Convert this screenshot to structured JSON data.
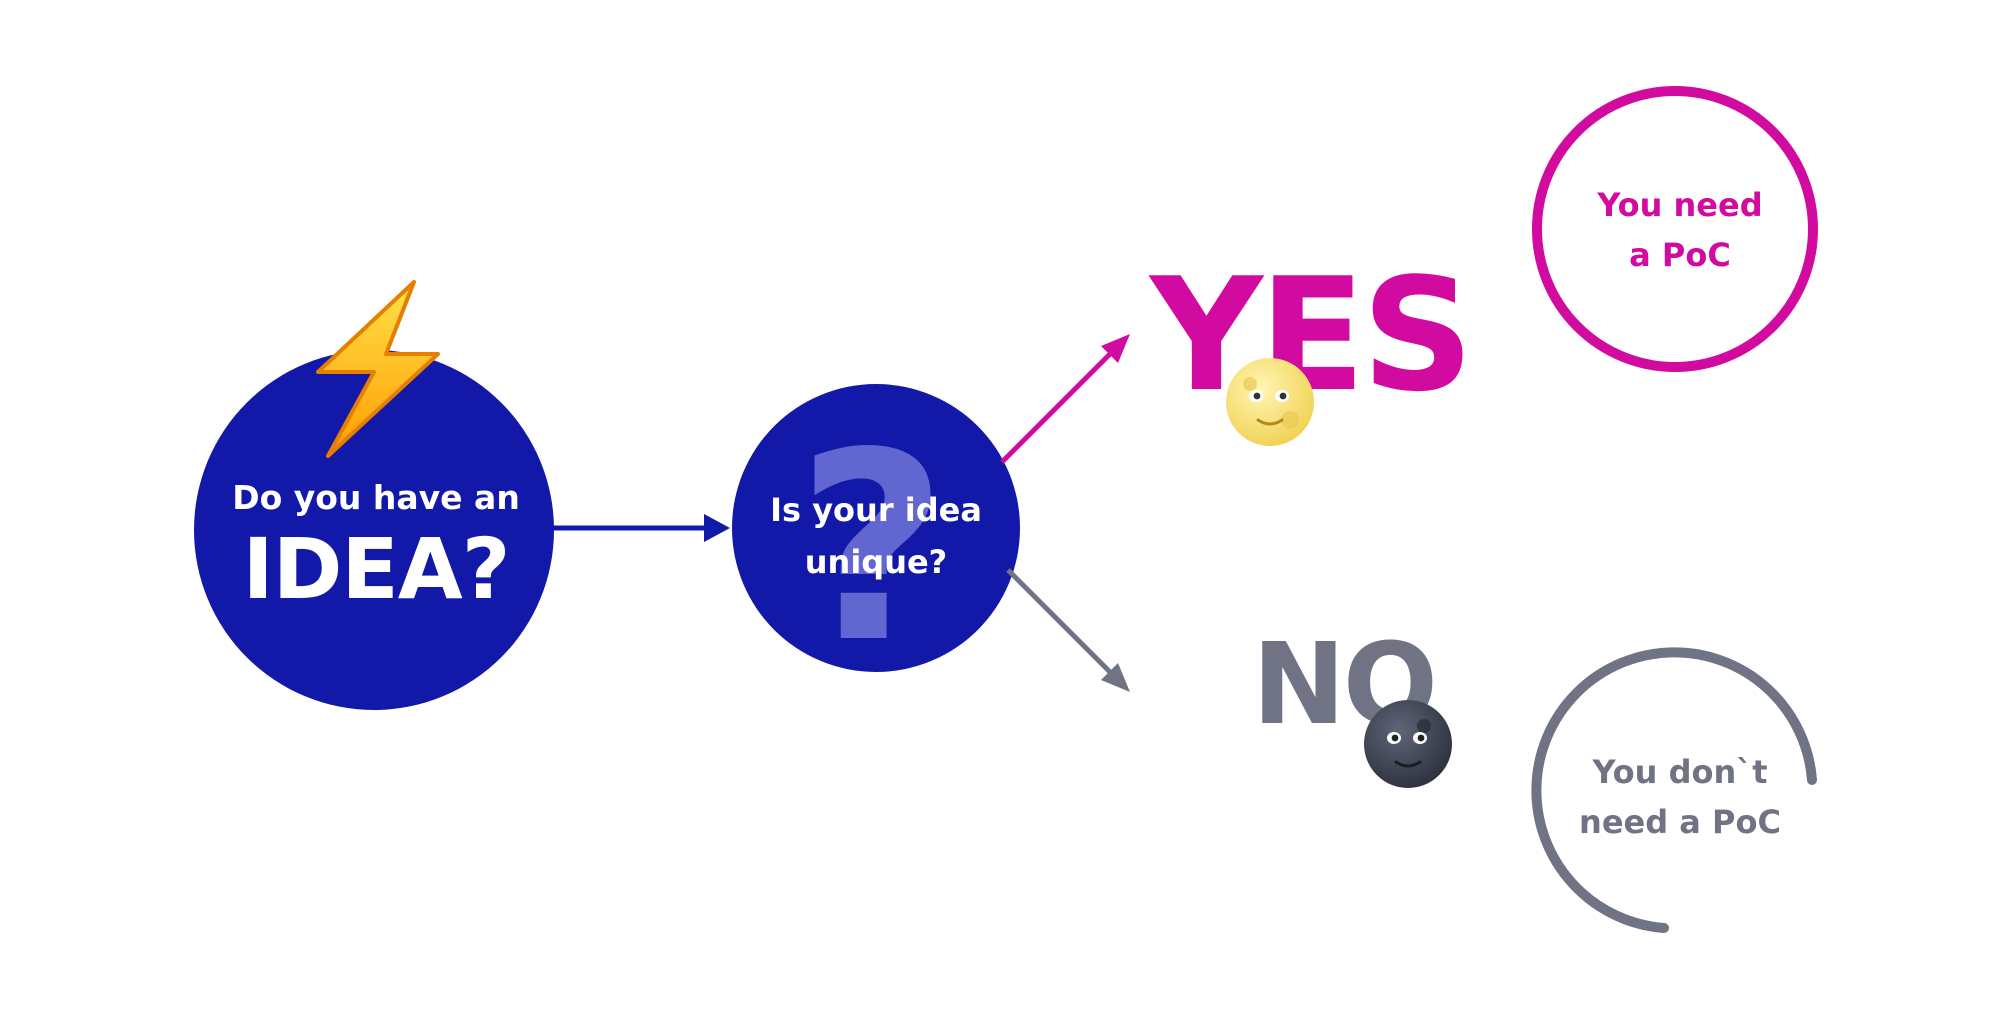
{
  "colors": {
    "navy": "#1219a8",
    "pink": "#d10b9f",
    "grey": "#6f7384",
    "question_mark": "#6b6fd6"
  },
  "icons": {
    "lightning": "high-voltage-icon",
    "full_moon": "full-moon-face-icon",
    "new_moon": "new-moon-face-icon"
  },
  "start": {
    "line1": "Do you have an",
    "line2": "IDEA?"
  },
  "question": {
    "line1": "Is your idea",
    "line2": "unique?",
    "bg_glyph": "?"
  },
  "yes_label": "YES",
  "no_label": "NO",
  "yes_outcome": {
    "line1": "You need",
    "line2": "a PoC"
  },
  "no_outcome": {
    "line1": "You don`t",
    "line2": "need a PoC"
  }
}
